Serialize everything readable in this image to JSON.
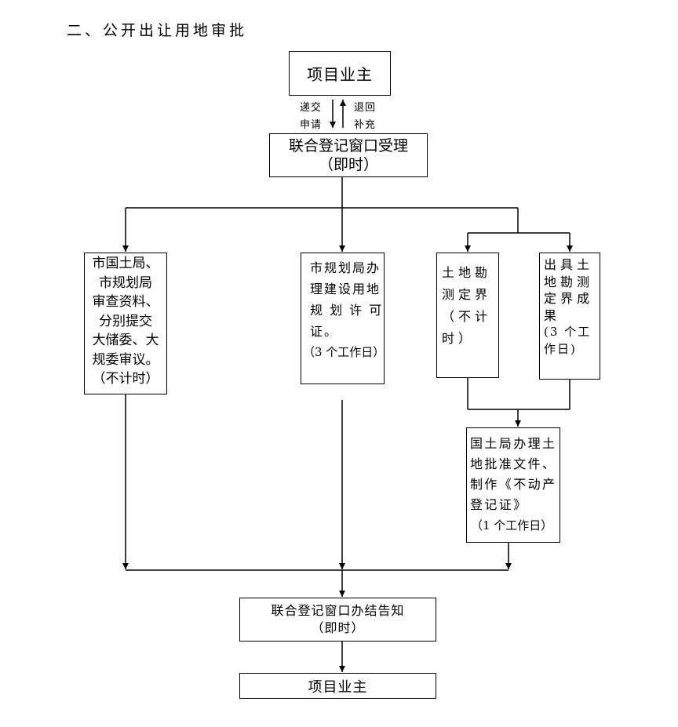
{
  "title": "二、公开出让用地审批",
  "nodes": {
    "applicant_top": {
      "lines": [
        "项目业主"
      ]
    },
    "registration_accept": {
      "lines": [
        "联合登记窗口受理",
        "（即时）"
      ]
    },
    "land_review": {
      "lines": [
        "市国土局、",
        "市规划局",
        "审查资料、",
        "分别提交",
        "大储委、大",
        "规委审议。",
        "（不计时）"
      ]
    },
    "planning_permit": {
      "lines": [
        "市规划局办",
        "理建设用地",
        "规 划 许 可",
        "证。",
        "（3 个工作日）"
      ]
    },
    "land_survey": {
      "lines": [
        "土地勘",
        "测定界",
        "（不计",
        "时）"
      ]
    },
    "survey_result": {
      "lines": [
        "出具土",
        "地勘测",
        "定界成",
        "果",
        "(3 个工",
        "作日)"
      ]
    },
    "land_approval": {
      "lines": [
        "国土局办理土",
        "地批准文件、",
        "制作《不动产",
        "登记证》",
        "（1 个工作日）"
      ]
    },
    "registration_close": {
      "lines": [
        "联合登记窗口办结告知",
        "（即时）"
      ]
    },
    "applicant_bottom": {
      "lines": [
        "项目业主"
      ]
    }
  },
  "edge_labels": {
    "submit_line1": "递交",
    "submit_line2": "申请",
    "return_line1": "退回",
    "return_line2": "补充"
  }
}
